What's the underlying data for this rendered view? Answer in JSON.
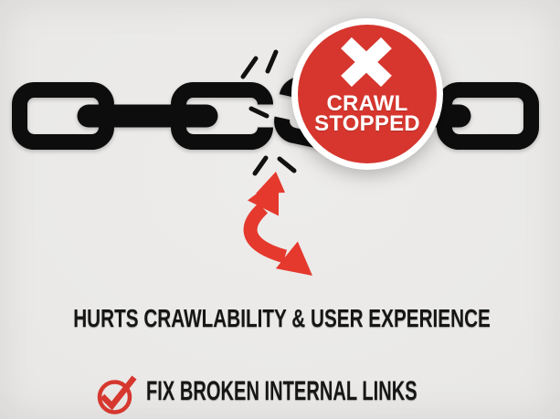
{
  "badge": {
    "icon": "x-mark",
    "line1": "CRAWL",
    "line2": "STOPPED"
  },
  "caption": {
    "text": "HURTS CRAWLABILITY & USER EXPERIENCE"
  },
  "footer": {
    "icon": "check-circle",
    "text": "FIX BROKEN INTERNAL LINKS"
  },
  "illustration": {
    "subject": "broken-chain",
    "chain_link_count": 4,
    "break_marker": "impact-sparks",
    "arrow": "curved-double-headed-arrow"
  },
  "colors": {
    "background": "#e9e8e6",
    "badge_red": "#d6362e",
    "arrow_red": "#e5392e",
    "check_red": "#d6372e",
    "chain_black": "#0d0d0d",
    "text_black": "#161616",
    "white": "#ffffff"
  }
}
